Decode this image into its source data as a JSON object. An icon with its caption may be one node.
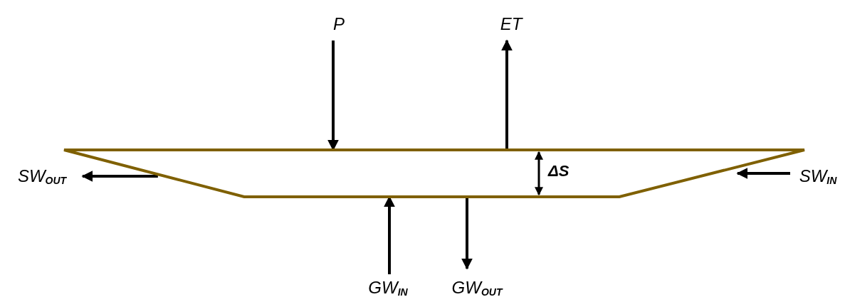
{
  "diagram": {
    "nodes": [
      {
        "text": [
          "P"
        ]
      },
      {
        "text": [
          "ET"
        ]
      },
      {
        "text": [],
        "shape": "trapezoid"
      },
      {
        "text": [
          "SW$_{OUT}$"
        ]
      },
      {
        "text": [
          "SW$_{IN}$"
        ]
      },
      {
        "text": [
          "GW$_{IN}$"
        ]
      },
      {
        "text": [
          "GW$_{OUT}$"
        ]
      }
    ],
    "edges": [
      {
        "from": 0,
        "to": 2,
        "arrow": "to"
      },
      {
        "from": 2,
        "to": 1,
        "arrow": "to"
      },
      {
        "from": 2,
        "to": 3,
        "arrow": "to"
      },
      {
        "from": 4,
        "to": 2,
        "arrow": "to"
      },
      {
        "from": 5,
        "to": 2,
        "arrow": "to"
      },
      {
        "from": 2,
        "to": 6,
        "arrow": "to"
      }
    ],
    "labels": [
      "ΔS"
    ]
  }
}
